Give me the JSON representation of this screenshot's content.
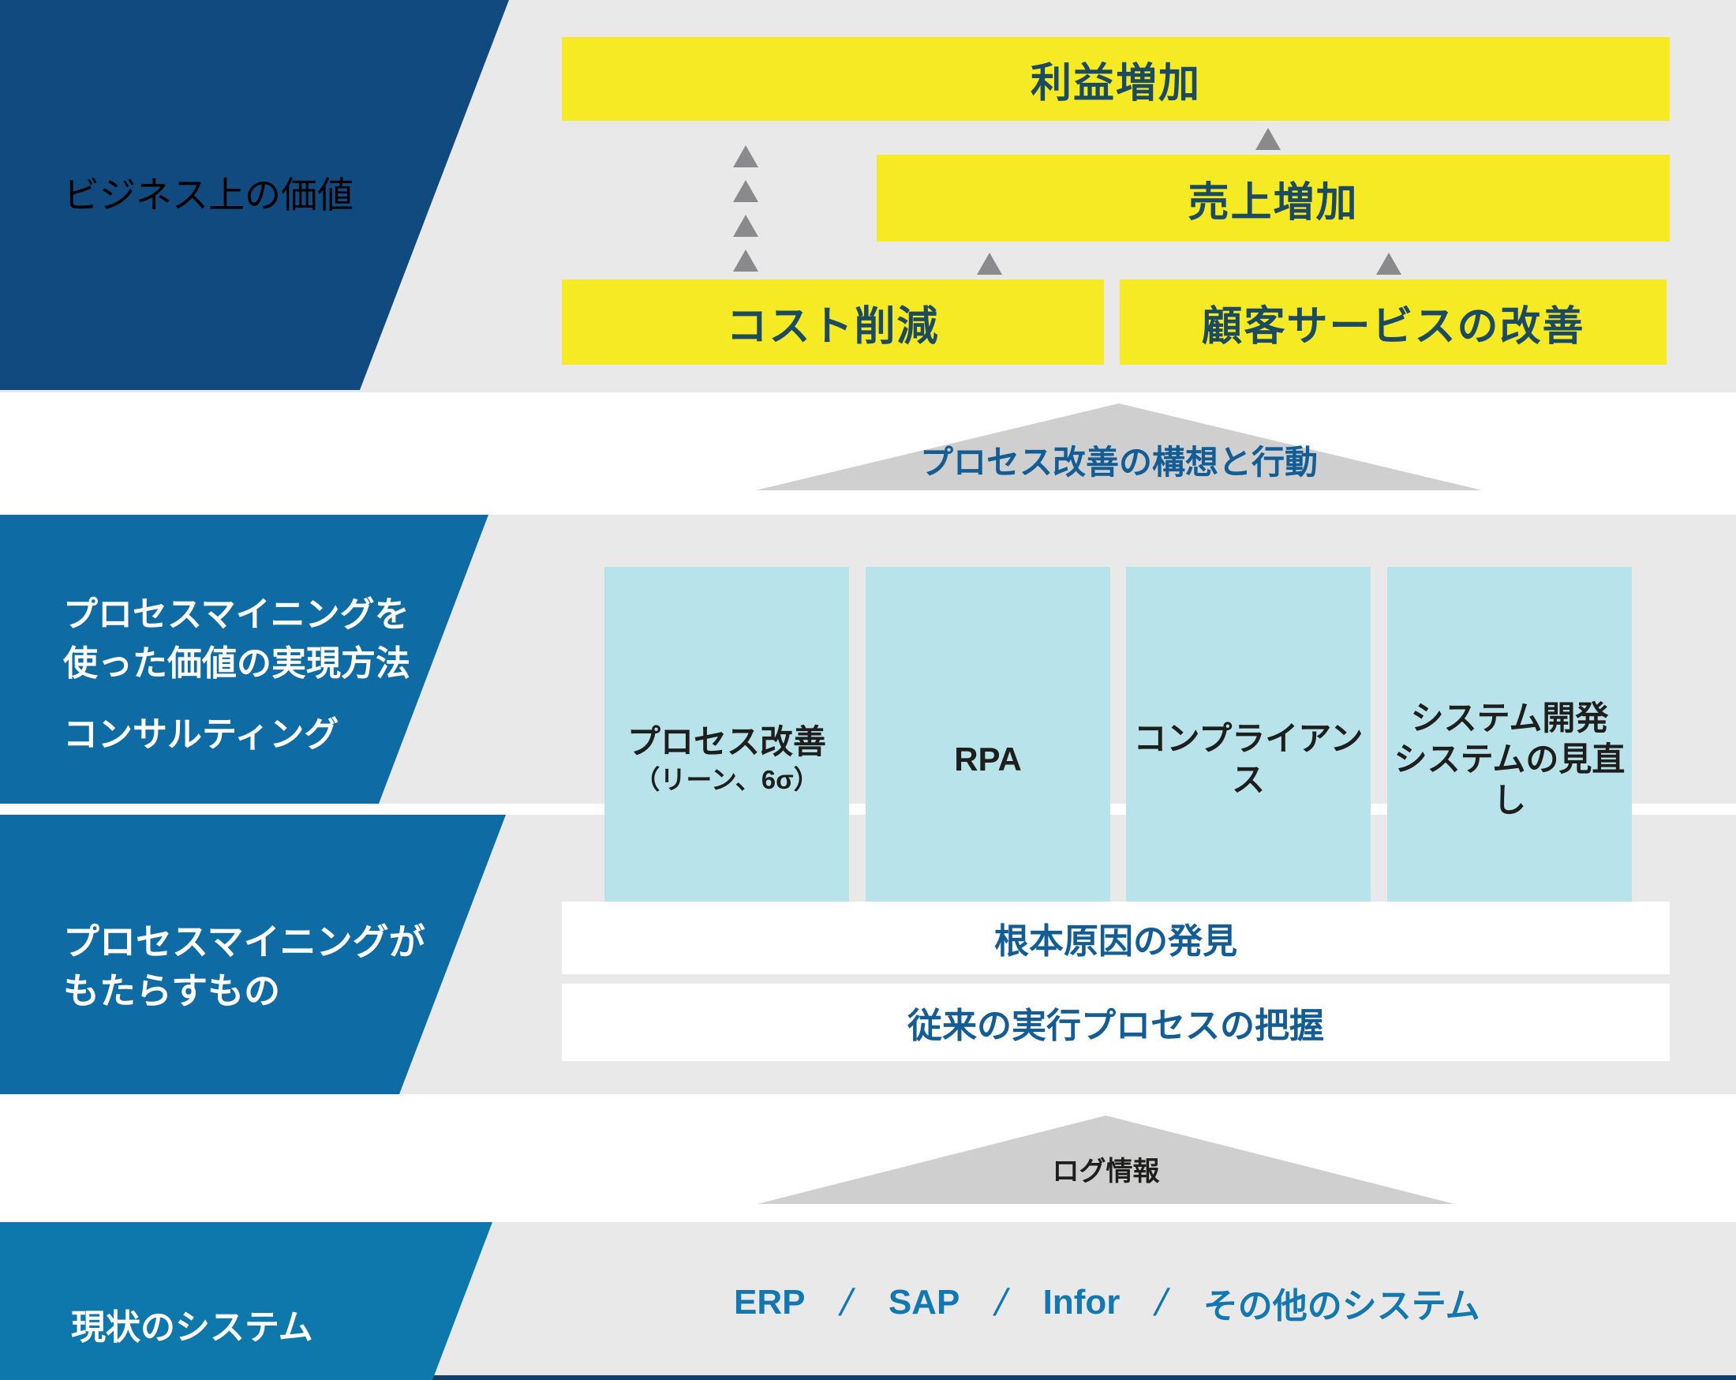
{
  "colors": {
    "banner-navy": "#114A7E",
    "banner-blue": "#0F6BA3",
    "banner-blue-bottom": "#0E78AC",
    "yellow": "#F5EA24",
    "yellow-text": "#1C4B60",
    "bg-gray": "#E9E9EA",
    "tri-gray": "#CFCFD0",
    "arrow-gray": "#8A8A8C",
    "cyan": "#B9E3EB",
    "cyan-text": "#1E1E1C",
    "blue-text": "#135C94",
    "sys-blue": "#1478B0",
    "dark-strip": "#113F66"
  },
  "banners": {
    "business_value": {
      "label": "ビジネス上の価値"
    },
    "methods": {
      "line1": "プロセスマイニングを",
      "line2": "使った価値の実現方法",
      "line3": "コンサルティング"
    },
    "outcomes": {
      "line1": "プロセスマイニングが",
      "line2": "もたらすもの"
    },
    "systems": {
      "label": "現状のシステム"
    }
  },
  "value_boxes": {
    "profit": {
      "label": "利益増加"
    },
    "revenue": {
      "label": "売上増加"
    },
    "cost": {
      "label": "コスト削減"
    },
    "service": {
      "label": "顧客サービスの改善"
    }
  },
  "funnel_top": {
    "label": "プロセス改善の構想と行動"
  },
  "funnel_bottom": {
    "label": "ログ情報"
  },
  "method_boxes": {
    "b1": {
      "line1": "プロセス改善",
      "line2": "（リーン、6σ）"
    },
    "b2": {
      "label": "RPA"
    },
    "b3": {
      "label": "コンプライアンス"
    },
    "b4": {
      "line1": "システム開発",
      "line2": "システムの見直し"
    }
  },
  "outcome_bars": {
    "bar1": {
      "label": "根本原因の発見"
    },
    "bar2": {
      "label": "従来の実行プロセスの把握"
    }
  },
  "systems": {
    "separator": "/",
    "items": [
      {
        "label": "ERP"
      },
      {
        "label": "SAP"
      },
      {
        "label": "Infor"
      },
      {
        "label": "その他のシステム"
      }
    ]
  }
}
